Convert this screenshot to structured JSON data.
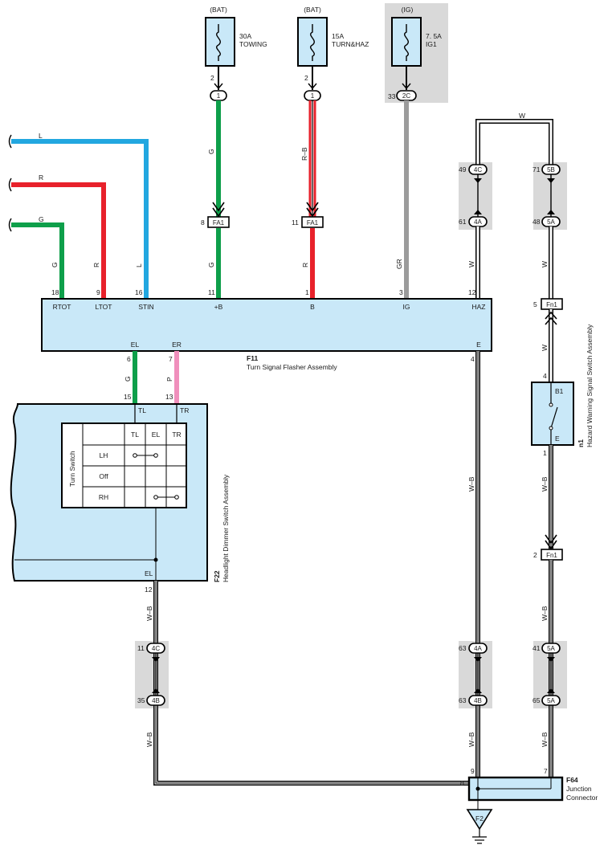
{
  "colors": {
    "green": "#0e9f4a",
    "red": "#e8212b",
    "blue": "#22a7e0",
    "pink": "#f08fbc",
    "gray": "#9b9b9b",
    "component_fill": "#c9e8f8",
    "splice_bg": "#d9d9d9"
  },
  "fuses": [
    {
      "supply": "(BAT)",
      "rating": "30A",
      "name": "TOWING",
      "pin": "2",
      "conn": "1"
    },
    {
      "supply": "(BAT)",
      "rating": "15A",
      "name": "TURN&HAZ",
      "pin": "2",
      "conn": "1"
    },
    {
      "supply": "(IG)",
      "rating": "7. 5A",
      "name": "IG1",
      "pin": "33",
      "conn": "2C"
    }
  ],
  "flasher": {
    "code": "F11",
    "name": "Turn Signal Flasher Assembly",
    "top_terminals": [
      {
        "label": "RTOT",
        "pin": "18"
      },
      {
        "label": "LTOT",
        "pin": "9"
      },
      {
        "label": "STIN",
        "pin": "16"
      },
      {
        "label": "+B",
        "pin": "11"
      },
      {
        "label": "B",
        "pin": "1"
      },
      {
        "label": "IG",
        "pin": "3"
      },
      {
        "label": "HAZ",
        "pin": "12"
      }
    ],
    "bottom_terminals": [
      {
        "label": "EL",
        "pin": "6"
      },
      {
        "label": "ER",
        "pin": "7"
      },
      {
        "label": "E",
        "pin": "4"
      }
    ]
  },
  "input_wires": [
    {
      "color_code": "L"
    },
    {
      "color_code": "R"
    },
    {
      "color_code": "G"
    }
  ],
  "wire_colors": {
    "g": "G",
    "r": "R",
    "l": "L",
    "rb": "R–B",
    "gr": "GR",
    "w": "W",
    "p": "P",
    "wb": "W–B"
  },
  "fa1": {
    "label": "FA1",
    "pin_left": "8",
    "pin_right": "11"
  },
  "splices": {
    "c49": {
      "pin": "49",
      "conn": "4C"
    },
    "c61": {
      "pin": "61",
      "conn": "4A"
    },
    "c71": {
      "pin": "71",
      "conn": "5B"
    },
    "c48": {
      "pin": "48",
      "conn": "5A"
    },
    "c63a": {
      "pin": "63",
      "conn": "4A"
    },
    "c63b": {
      "pin": "63",
      "conn": "4B"
    },
    "c41": {
      "pin": "41",
      "conn": "5A"
    },
    "c65": {
      "pin": "65",
      "conn": "5A"
    },
    "c11": {
      "pin": "11",
      "conn": "4C"
    },
    "c35": {
      "pin": "35",
      "conn": "4B"
    }
  },
  "fn1": {
    "label": "Fn1",
    "pin_top": "5",
    "pin_bottom": "2"
  },
  "hazard_switch": {
    "code": "n1",
    "name": "Hazard Warning Signal Switch Assembly",
    "term_b1": "B1",
    "term_e": "E",
    "pin_in": "4",
    "pin_out": "1"
  },
  "dimmer": {
    "code": "F22",
    "name": "Headlight Dimmer Switch Assembly",
    "pin_tl": "15",
    "pin_tr": "13",
    "term_tl": "TL",
    "term_tr": "TR",
    "term_el": "EL",
    "pin_el": "12",
    "switch_title": "Turn Switch",
    "columns": [
      "TL",
      "EL",
      "TR"
    ],
    "rows": [
      "LH",
      "Off",
      "RH"
    ]
  },
  "junction": {
    "code": "F64",
    "name_line1": "Junction",
    "name_line2": "Connector",
    "pin_left": "8",
    "pin_mid": "9",
    "pin_right": "7"
  },
  "ground": {
    "label": "F2"
  }
}
